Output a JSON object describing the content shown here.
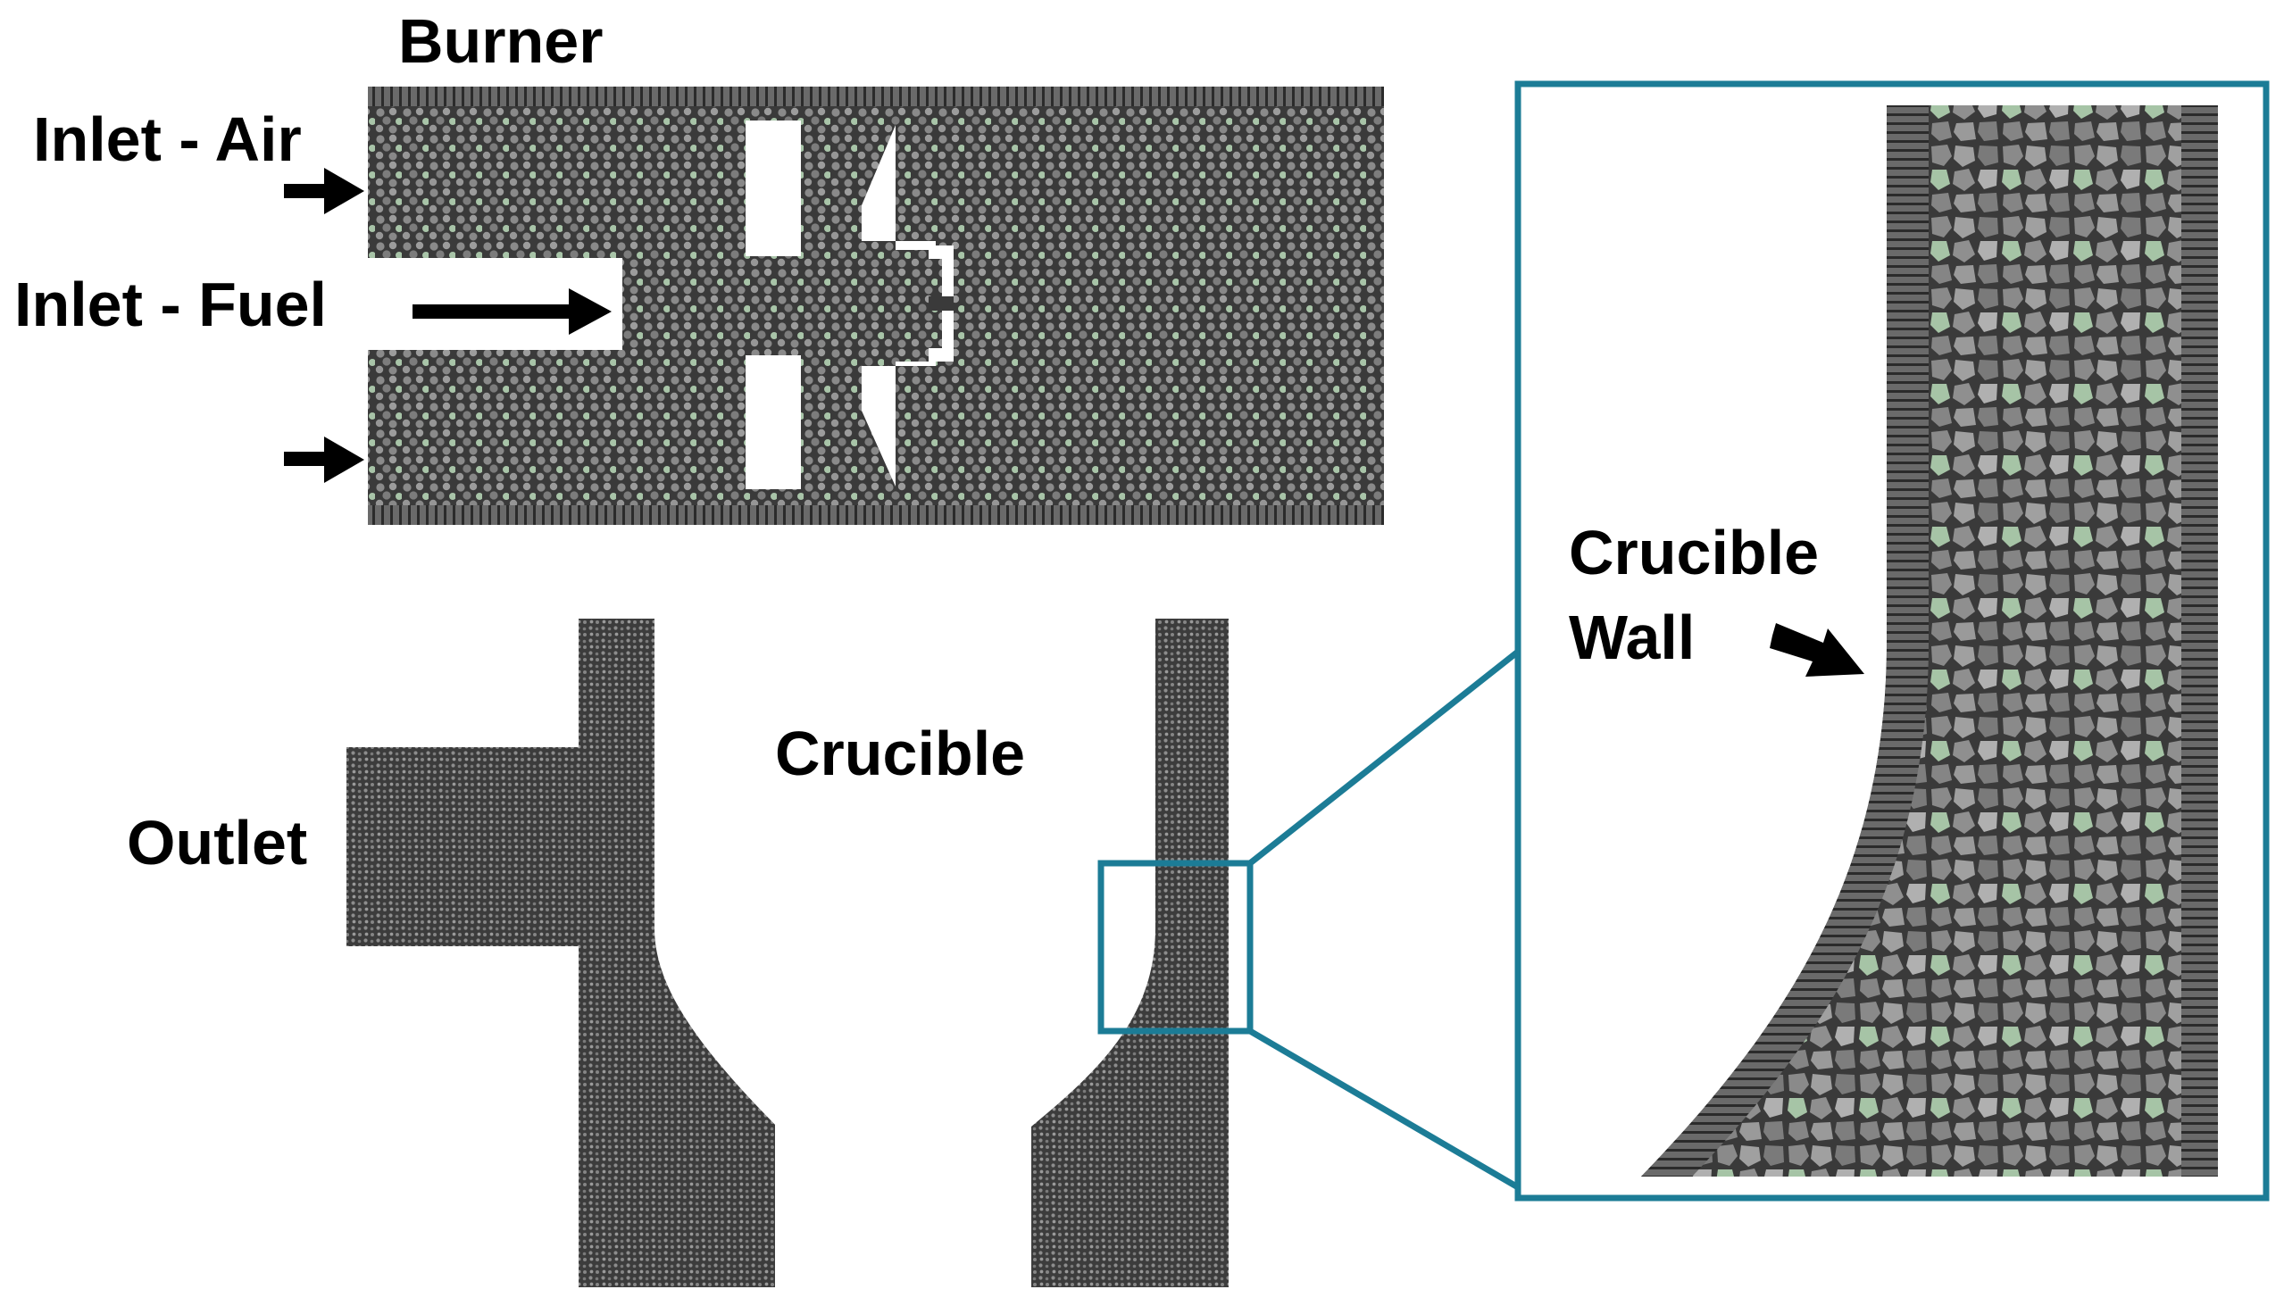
{
  "labels": {
    "burner": "Burner",
    "inlet_air": "Inlet - Air",
    "inlet_fuel": "Inlet - Fuel",
    "outlet": "Outlet",
    "crucible": "Crucible",
    "crucible_wall_line1": "Crucible",
    "crucible_wall_line2": "Wall"
  },
  "colors": {
    "mesh_dark": "#3c3c3c",
    "mesh_cell_light": "#9a9a9a",
    "mesh_cell_green": "#a9c7a9",
    "zoom_box": "#1c7c96",
    "arrow": "#000000",
    "background": "#ffffff"
  }
}
